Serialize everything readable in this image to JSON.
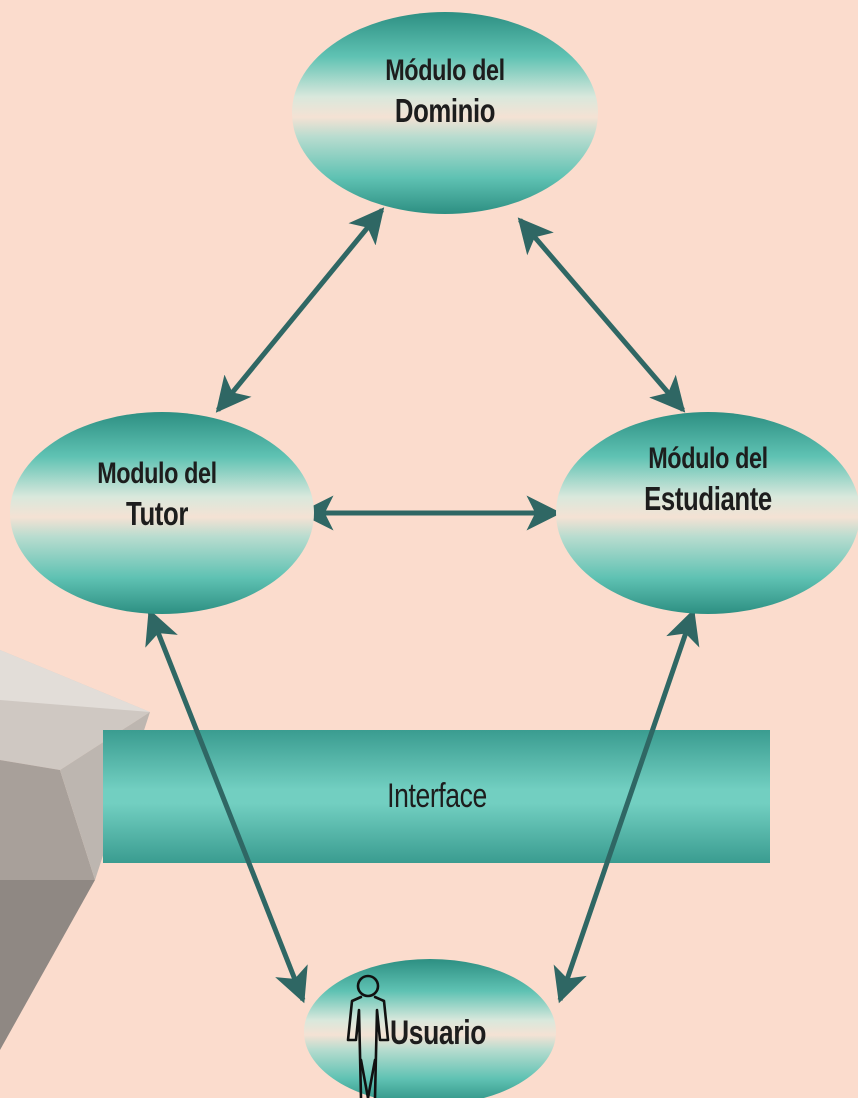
{
  "nodes": {
    "dominio": {
      "line1": "Módulo  del",
      "line2": "Dominio"
    },
    "tutor": {
      "line1": "Modulo del",
      "line2": "Tutor"
    },
    "estudiante": {
      "line1": "Módulo del",
      "line2": "Estudiante"
    },
    "interface": {
      "label": "Interface"
    },
    "usuario": {
      "label": "Usuario"
    }
  },
  "colors": {
    "background": "#fbdccd",
    "node_teal": "#3fae9d",
    "node_highlight": "#f4e2d4",
    "arrow": "#2f6764",
    "actor": "#111111"
  },
  "icons": {
    "user": "person-outline-icon"
  },
  "decoration": "gray polygonal shape on left edge"
}
